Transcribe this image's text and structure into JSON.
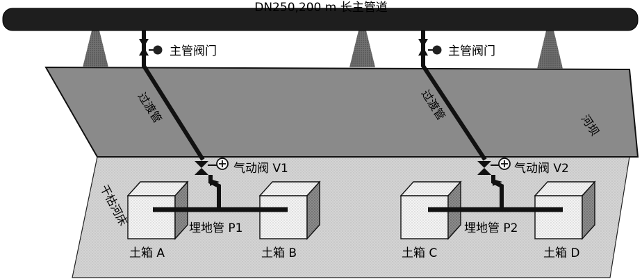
{
  "labels": {
    "top_pipe": "DN250,200 m 长主管道",
    "main_valve_1": "主管阀门",
    "main_valve_2": "主管阀门",
    "transition_pipe_1": "过渡管",
    "transition_pipe_2": "过渡管",
    "river_dam": "河坝",
    "dry_riverbed": "干枯河床",
    "pneumatic_valve_1": "气动阀 V1",
    "pneumatic_valve_2": "气动阀 V2",
    "buried_pipe_1": "埋地管 P1",
    "buried_pipe_2": "埋地管 P2",
    "soil_box_a": "土箱 A",
    "soil_box_b": "土箱 B",
    "soil_box_c": "土箱 C",
    "soil_box_d": "土箱 D"
  },
  "colors": {
    "pipe": "#1e1e1e",
    "dam": "#8a8a8a",
    "riverbed": "#d4d4d4",
    "support": "#6c6c6c",
    "box_front": "#f4f4f4",
    "box_side": "#8c8c8c"
  }
}
